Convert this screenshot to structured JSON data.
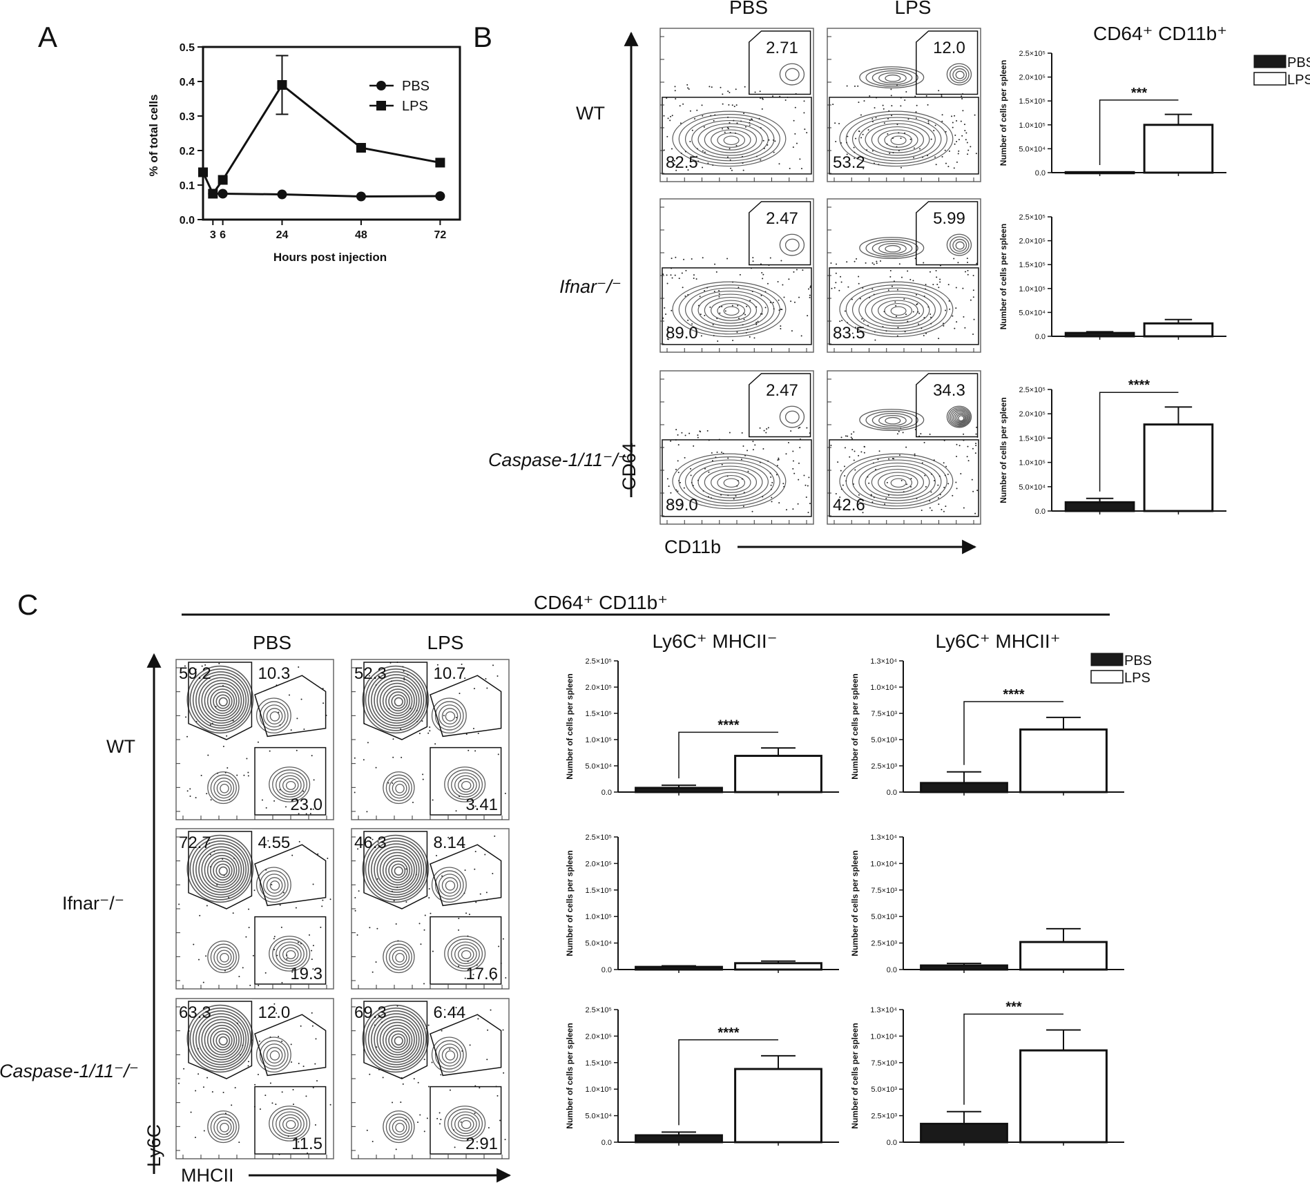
{
  "panels": {
    "a": "A",
    "b": "B",
    "c": "C"
  },
  "labels": {
    "pbs": "PBS",
    "lps": "LPS",
    "cd64_cd11b": "CD64⁺ CD11b⁺",
    "cd64": "CD64",
    "cd11b": "CD11b",
    "ly6c": "Ly6C",
    "mhcii": "MHCII",
    "ly6c_mhcii_neg": "Ly6C⁺ MHCII⁻",
    "ly6c_mhcii_pos": "Ly6C⁺ MHCII⁺",
    "cells_per_spleen": "Number of cells per spleen"
  },
  "strains_b": [
    "WT",
    "Ifnar⁻/⁻",
    "Caspase-1/11⁻/⁻"
  ],
  "strains_c": [
    "WT",
    "Ifnar⁻/⁻",
    "Caspase-1/11⁻/⁻"
  ],
  "gates_b": [
    {
      "pbs": [
        "2.71",
        "82.5"
      ],
      "lps": [
        "12.0",
        "53.2"
      ]
    },
    {
      "pbs": [
        "2.47",
        "89.0"
      ],
      "lps": [
        "5.99",
        "83.5"
      ]
    },
    {
      "pbs": [
        "2.47",
        "89.0"
      ],
      "lps": [
        "34.3",
        "42.6"
      ]
    }
  ],
  "gates_c": [
    {
      "pbs": [
        "59.2",
        "10.3",
        "23.0"
      ],
      "lps": [
        "52.3",
        "10.7",
        "3.41"
      ]
    },
    {
      "pbs": [
        "72.7",
        "4.55",
        "19.3"
      ],
      "lps": [
        "46.3",
        "8.14",
        "17.6"
      ]
    },
    {
      "pbs": [
        "63.3",
        "12.0",
        "11.5"
      ],
      "lps": [
        "69.3",
        "6.44",
        "2.91"
      ]
    }
  ],
  "colors": {
    "pbs_fill": "#1a1a1a",
    "lps_fill": "#ffffff",
    "line": "#111111"
  },
  "chart_data": [
    {
      "panel": "A",
      "type": "line",
      "xlabel": "Hours post injection",
      "ylabel": "% of total cells",
      "xlim": [
        0,
        78
      ],
      "ylim": [
        0,
        0.5
      ],
      "x_ticks": [
        3,
        6,
        24,
        48,
        72
      ],
      "y_ticks": [
        "0.0",
        "0.1",
        "0.2",
        "0.3",
        "0.4",
        "0.5"
      ],
      "legend": "top-right",
      "series": [
        {
          "name": "PBS",
          "marker": "circle",
          "points": [
            {
              "x": 3,
              "y": 0.075
            },
            {
              "x": 6,
              "y": 0.075
            },
            {
              "x": 24,
              "y": 0.073
            },
            {
              "x": 48,
              "y": 0.067
            },
            {
              "x": 72,
              "y": 0.068
            }
          ]
        },
        {
          "name": "LPS",
          "marker": "square",
          "points": [
            {
              "x": 0,
              "y": 0.137
            },
            {
              "x": 3,
              "y": 0.075
            },
            {
              "x": 6,
              "y": 0.115
            },
            {
              "x": 24,
              "y": 0.39,
              "err": 0.085
            },
            {
              "x": 48,
              "y": 0.208
            },
            {
              "x": 72,
              "y": 0.165
            }
          ]
        }
      ]
    },
    {
      "panel": "B",
      "strain": "WT",
      "type": "bar",
      "categories": [
        "PBS",
        "LPS"
      ],
      "values": [
        1000,
        100000
      ],
      "errors": [
        400,
        22000
      ],
      "ylim": [
        0,
        250000
      ],
      "y_ticks": [
        "0.0",
        "5.0×10⁴",
        "1.0×10⁵",
        "1.5×10⁵",
        "2.0×10⁵",
        "2.5×10⁵"
      ],
      "significance": "***"
    },
    {
      "panel": "B",
      "strain": "Ifnar⁻/⁻",
      "type": "bar",
      "categories": [
        "PBS",
        "LPS"
      ],
      "values": [
        7000,
        27000
      ],
      "errors": [
        2500,
        8000
      ],
      "ylim": [
        0,
        250000
      ],
      "y_ticks": [
        "0.0",
        "5.0×10⁴",
        "1.0×10⁵",
        "1.5×10⁵",
        "2.0×10⁵",
        "2.5×10⁵"
      ],
      "significance": ""
    },
    {
      "panel": "B",
      "strain": "Caspase-1/11⁻/⁻",
      "type": "bar",
      "categories": [
        "PBS",
        "LPS"
      ],
      "values": [
        18000,
        178000
      ],
      "errors": [
        8000,
        36000
      ],
      "ylim": [
        0,
        250000
      ],
      "y_ticks": [
        "0.0",
        "5.0×10⁴",
        "1.0×10⁵",
        "1.5×10⁵",
        "2.0×10⁵",
        "2.5×10⁵"
      ],
      "significance": "****"
    },
    {
      "panel": "C",
      "subset": "Ly6C⁺ MHCII⁻",
      "strain": "WT",
      "type": "bar",
      "categories": [
        "PBS",
        "LPS"
      ],
      "values": [
        8000,
        69000
      ],
      "errors": [
        5000,
        15000
      ],
      "ylim": [
        0,
        250000
      ],
      "y_ticks": [
        "0.0",
        "5.0×10⁴",
        "1.0×10⁵",
        "1.5×10⁵",
        "2.0×10⁵",
        "2.5×10⁵"
      ],
      "significance": "****"
    },
    {
      "panel": "C",
      "subset": "Ly6C⁺ MHCII⁻",
      "strain": "Ifnar⁻/⁻",
      "type": "bar",
      "categories": [
        "PBS",
        "LPS"
      ],
      "values": [
        5000,
        12000
      ],
      "errors": [
        2000,
        4000
      ],
      "ylim": [
        0,
        250000
      ],
      "y_ticks": [
        "0.0",
        "5.0×10⁴",
        "1.0×10⁵",
        "1.5×10⁵",
        "2.0×10⁵",
        "2.5×10⁵"
      ],
      "significance": ""
    },
    {
      "panel": "C",
      "subset": "Ly6C⁺ MHCII⁻",
      "strain": "Caspase-1/11⁻/⁻",
      "type": "bar",
      "categories": [
        "PBS",
        "LPS"
      ],
      "values": [
        13000,
        138000
      ],
      "errors": [
        6000,
        25000
      ],
      "ylim": [
        0,
        250000
      ],
      "y_ticks": [
        "0.0",
        "5.0×10⁴",
        "1.0×10⁵",
        "1.5×10⁵",
        "2.0×10⁵",
        "2.5×10⁵"
      ],
      "significance": "****"
    },
    {
      "panel": "C",
      "subset": "Ly6C⁺ MHCII⁺",
      "strain": "WT",
      "type": "bar",
      "categories": [
        "PBS",
        "LPS"
      ],
      "values": [
        900,
        6200
      ],
      "errors": [
        1100,
        1200
      ],
      "ylim": [
        0,
        13000
      ],
      "y_ticks": [
        "0.0",
        "2.5×10³",
        "5.0×10³",
        "7.5×10³",
        "1.0×10⁴",
        "1.3×10⁴"
      ],
      "significance": "****"
    },
    {
      "panel": "C",
      "subset": "Ly6C⁺ MHCII⁺",
      "strain": "Ifnar⁻/⁻",
      "type": "bar",
      "categories": [
        "PBS",
        "LPS"
      ],
      "values": [
        400,
        2700
      ],
      "errors": [
        200,
        1300
      ],
      "ylim": [
        0,
        13000
      ],
      "y_ticks": [
        "0.0",
        "2.5×10³",
        "5.0×10³",
        "7.5×10³",
        "1.0×10⁴",
        "1.3×10⁴"
      ],
      "significance": ""
    },
    {
      "panel": "C",
      "subset": "Ly6C⁺ MHCII⁺",
      "strain": "Caspase-1/11⁻/⁻",
      "type": "bar",
      "categories": [
        "PBS",
        "LPS"
      ],
      "values": [
        1800,
        9000
      ],
      "errors": [
        1200,
        2000
      ],
      "ylim": [
        0,
        13000
      ],
      "y_ticks": [
        "0.0",
        "2.5×10³",
        "5.0×10³",
        "7.5×10³",
        "1.0×10⁴",
        "1.3×10⁴"
      ],
      "significance": "***"
    }
  ]
}
